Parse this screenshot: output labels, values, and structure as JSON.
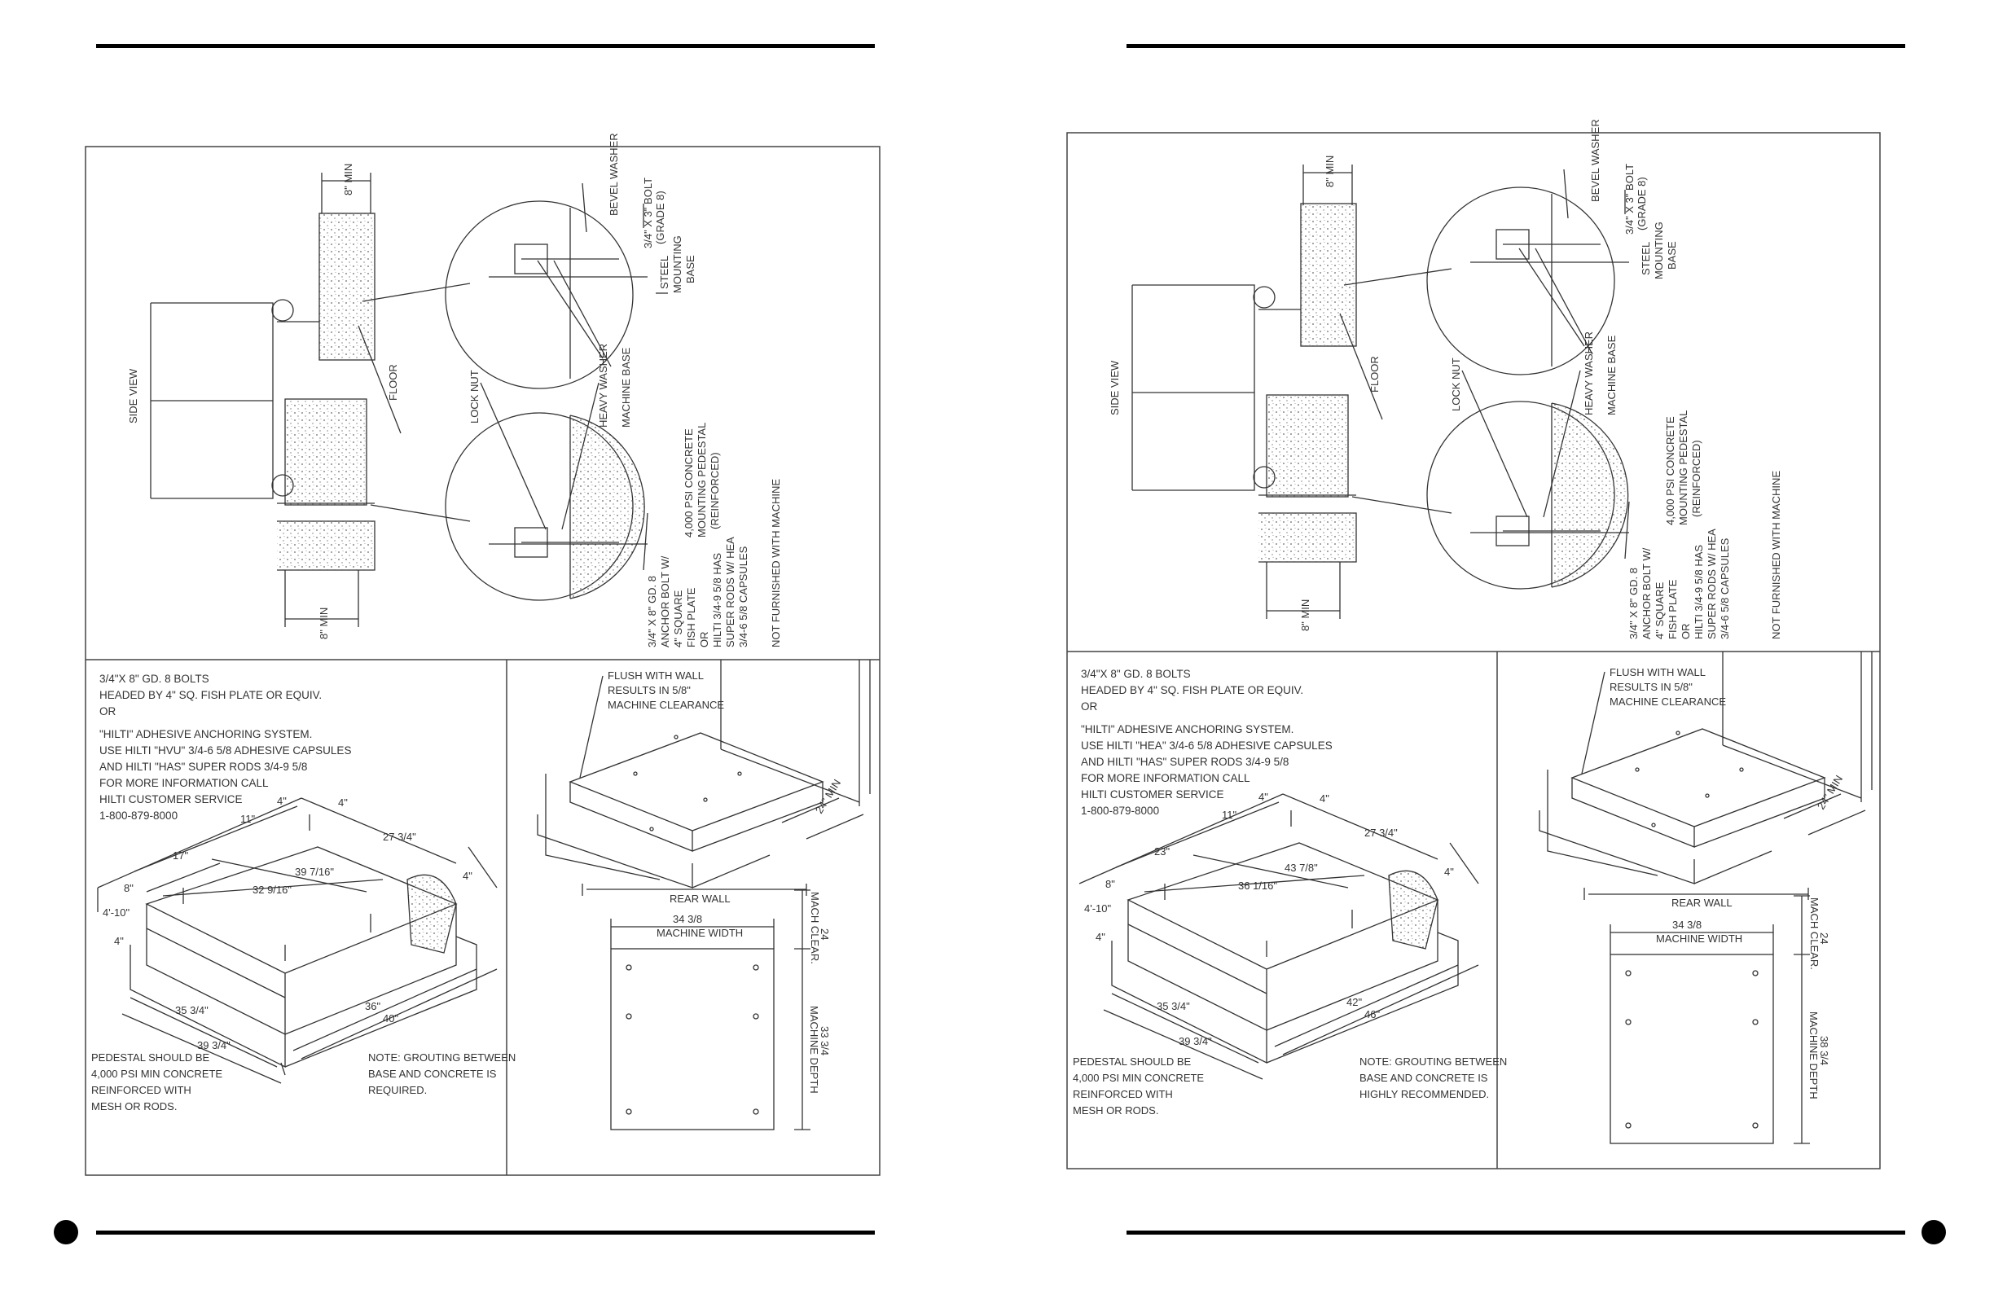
{
  "colors": {
    "line": "#222222",
    "thin": "#555555",
    "rule": "#000000",
    "fill": "#888888"
  },
  "pages": [
    {
      "side_view_label": "SIDE VIEW",
      "floor_label": "FLOOR",
      "min_top": "8\" MIN",
      "min_bottom": "8\" MIN",
      "lock_nut": "LOCK NUT",
      "heavy_washer": "HEAVY WASHER",
      "machine_base": "MACHINE BASE",
      "bevel_washer": "BEVEL WASHER",
      "bolt_label_1": "3/4\" X 3\" BOLT",
      "bolt_label_2": "(GRADE 8)",
      "steel_mounting_1": "STEEL",
      "steel_mounting_2": "MOUNTING",
      "steel_mounting_3": "BASE",
      "concrete_1": "4,000 PSI CONCRETE",
      "concrete_2": "MOUNTING PEDESTAL",
      "concrete_3": "(REINFORCED)",
      "anchor_1": "3/4\" X 8\" GD. 8",
      "anchor_2": "ANCHOR BOLT W/",
      "anchor_3": "4\" SQUARE",
      "anchor_4": "FISH PLATE",
      "anchor_5": "OR",
      "anchor_6": "HILTI 3/4-9 5/8 HAS",
      "anchor_7": "SUPER RODS W/ HEA",
      "anchor_8": "3/4-6 5/8 CAPSULES",
      "not_furnished": "NOT FURNISHED WITH MACHINE",
      "notes": [
        "3/4\"X 8\" GD. 8 BOLTS",
        "HEADED BY 4\" SQ. FISH PLATE OR EQUIV.",
        "OR",
        "\"HILTI\" ADHESIVE ANCHORING SYSTEM.",
        "USE HILTI \"HVU\" 3/4-6 5/8 ADHESIVE CAPSULES",
        "AND HILTI \"HAS\" SUPER RODS 3/4-9 5/8",
        "FOR MORE INFORMATION CALL",
        "HILTI CUSTOMER SERVICE",
        "1-800-879-8000"
      ],
      "dims": {
        "d1": "4\"",
        "d2": "4\"",
        "d3": "11\"",
        "d4": "17\"",
        "d5": "27 3/4\"",
        "d6": "39 7/16\"",
        "d7": "32 9/16\"",
        "d8": "4\"",
        "d9": "8\"",
        "d10": "4'-10\"",
        "d11": "4\"",
        "d12": "35 3/4\"",
        "d13": "39 3/4\"",
        "d14": "36\"",
        "d15": "40\""
      },
      "pedestal_note": [
        "PEDESTAL SHOULD BE",
        "4,000 PSI MIN CONCRETE",
        "REINFORCED WITH",
        "MESH OR RODS."
      ],
      "grout_note": [
        "NOTE: GROUTING BETWEEN",
        "BASE AND CONCRETE IS",
        "REQUIRED."
      ],
      "flush_note": [
        "FLUSH WITH WALL",
        "RESULTS IN 5/8\"",
        "MACHINE CLEARANCE"
      ],
      "min_24": "24\" MIN",
      "rear_wall": "REAR WALL",
      "width_val": "34 3/8",
      "width_label": "MACHINE WIDTH",
      "clear_val": "24",
      "clear_label": "MACH CLEAR.",
      "depth_val": "33 3/4",
      "depth_label": "MACHINE DEPTH"
    },
    {
      "side_view_label": "SIDE VIEW",
      "floor_label": "FLOOR",
      "min_top": "8\" MIN",
      "min_bottom": "8\" MIN",
      "lock_nut": "LOCK NUT",
      "heavy_washer": "HEAVY WASHER",
      "machine_base": "MACHINE BASE",
      "bevel_washer": "BEVEL WASHER",
      "bolt_label_1": "3/4\" X 3\" BOLT",
      "bolt_label_2": "(GRADE 8)",
      "steel_mounting_1": "STEEL",
      "steel_mounting_2": "MOUNTING",
      "steel_mounting_3": "BASE",
      "concrete_1": "4,000 PSI CONCRETE",
      "concrete_2": "MOUNTING PEDESTAL",
      "concrete_3": "(REINFORCED)",
      "anchor_1": "3/4\" X 8\" GD. 8",
      "anchor_2": "ANCHOR BOLT W/",
      "anchor_3": "4\" SQUARE",
      "anchor_4": "FISH PLATE",
      "anchor_5": "OR",
      "anchor_6": "HILTI 3/4-9 5/8 HAS",
      "anchor_7": "SUPER RODS W/ HEA",
      "anchor_8": "3/4-6 5/8 CAPSULES",
      "not_furnished": "NOT FURNISHED WITH MACHINE",
      "notes": [
        "3/4\"X 8\" GD. 8 BOLTS",
        "HEADED BY 4\" SQ. FISH PLATE OR EQUIV.",
        "OR",
        "\"HILTI\" ADHESIVE ANCHORING SYSTEM.",
        "USE HILTI \"HEA\" 3/4-6 5/8 ADHESIVE CAPSULES",
        "AND HILTI \"HAS\" SUPER RODS 3/4-9 5/8",
        "FOR MORE INFORMATION CALL",
        "HILTI CUSTOMER SERVICE",
        "1-800-879-8000"
      ],
      "dims": {
        "d1": "4\"",
        "d2": "4\"",
        "d3": "11\"",
        "d4": "23\"",
        "d5": "27 3/4\"",
        "d6": "43 7/8\"",
        "d7": "36 1/16\"",
        "d8": "4\"",
        "d9": "8\"",
        "d10": "4'-10\"",
        "d11": "4\"",
        "d12": "35 3/4\"",
        "d13": "39 3/4\"",
        "d14": "42\"",
        "d15": "46\""
      },
      "pedestal_note": [
        "PEDESTAL SHOULD BE",
        "4,000 PSI MIN CONCRETE",
        "REINFORCED WITH",
        "MESH OR RODS."
      ],
      "grout_note": [
        "NOTE: GROUTING BETWEEN",
        "BASE AND CONCRETE IS",
        "HIGHLY RECOMMENDED."
      ],
      "flush_note": [
        "FLUSH WITH WALL",
        "RESULTS IN 5/8\"",
        "MACHINE CLEARANCE"
      ],
      "min_24": "24\" MIN",
      "rear_wall": "REAR WALL",
      "width_val": "34 3/8",
      "width_label": "MACHINE WIDTH",
      "clear_val": "24",
      "clear_label": "MACH CLEAR.",
      "depth_val": "38 3/4",
      "depth_label": "MACHINE DEPTH"
    }
  ]
}
